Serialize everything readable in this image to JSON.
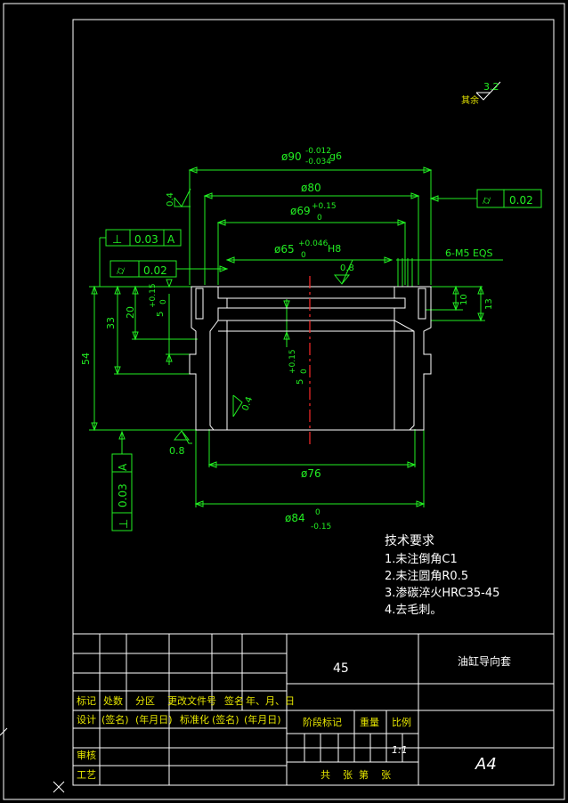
{
  "drawing": {
    "surface_finish_other": {
      "label": "其余",
      "value": "3.2"
    },
    "dimensions": {
      "d90": "ø90",
      "d90_tol_upper": "-0.012",
      "d90_tol_lower": "-0.034",
      "d90_fit": "g6",
      "d80": "ø80",
      "d69": "ø69",
      "d69_tol_upper": "+0.15",
      "d69_tol_lower": "0",
      "d65": "ø65",
      "d65_tol_upper": "+0.046",
      "d65_tol_lower": "0",
      "d65_fit": "H8",
      "thread": "6-M5 EQS",
      "d76": "ø76",
      "d84": "ø84",
      "d84_tol_upper": "0",
      "d84_tol_lower": "-0.15",
      "h54": "54",
      "h33": "33",
      "h20": "20",
      "h5": "5",
      "h5_tol_upper": "+0.15",
      "h5_tol_lower": "0",
      "h10": "10",
      "h13": "13"
    },
    "roughness": {
      "top_left": "0.4",
      "bore": "0.8",
      "inner": "0.4",
      "bottom": "0.8"
    },
    "tolerances": {
      "perp_top": {
        "symbol": "⊥",
        "value": "0.03",
        "datum": "A"
      },
      "runout_left": {
        "symbol": "⌭",
        "value": "0.02"
      },
      "runout_right": {
        "symbol": "⌭",
        "value": "0.02"
      },
      "perp_bottom": {
        "symbol": "⊥",
        "value": "0.03",
        "datum": "A"
      }
    },
    "tech_requirements": {
      "title": "技术要求",
      "items": [
        "1.未注倒角C1",
        "2.未注圆角R0.5",
        "3.渗碳淬火HRC35-45",
        "4.去毛刺。"
      ]
    }
  },
  "title_block": {
    "material": "45",
    "part_name": "油缸导向套",
    "sheet_size": "A4",
    "header_row": [
      "标记",
      "处数",
      "分区",
      "更改文件号",
      "签名",
      "年、月、日"
    ],
    "design_row": [
      "设计",
      "(签名)",
      "(年月日)",
      "标准化",
      "(签名)",
      "(年月日)"
    ],
    "stage_label": "阶段标记",
    "weight_label": "重量",
    "scale_label": "比例",
    "scale_value": "1:1",
    "review_label": "审核",
    "process_label": "工艺",
    "sheets": "共    张  第    张"
  }
}
